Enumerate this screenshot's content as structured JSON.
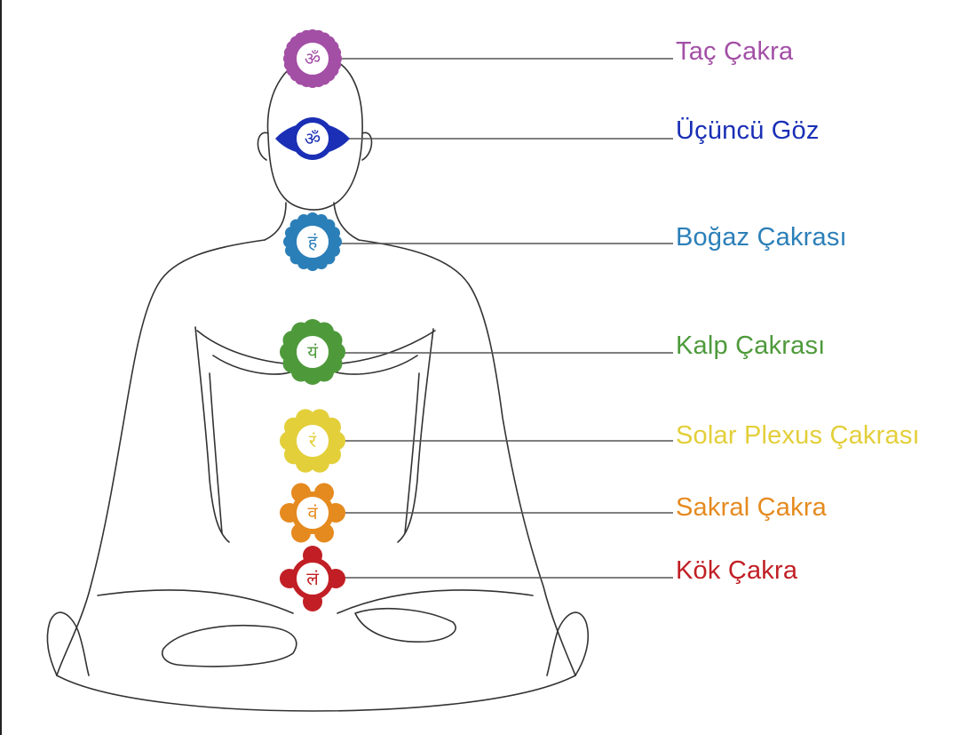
{
  "chakras": [
    {
      "id": "crown",
      "label": "Taç Çakra",
      "color": "#a34fa6",
      "glyph": "ॐ",
      "icon": "lotus-thousand-petal-icon"
    },
    {
      "id": "third-eye",
      "label": "Üçüncü Göz",
      "color": "#1a2fb5",
      "glyph": "ॐ",
      "icon": "two-petal-eye-icon"
    },
    {
      "id": "throat",
      "label": "Boğaz Çakrası",
      "color": "#2b7fb8",
      "glyph": "हं",
      "icon": "sixteen-petal-lotus-icon"
    },
    {
      "id": "heart",
      "label": "Kalp Çakrası",
      "color": "#4e9a3b",
      "glyph": "यं",
      "icon": "hexagram-lotus-icon"
    },
    {
      "id": "solar",
      "label": "Solar Plexus Çakrası",
      "color": "#e3cf3a",
      "glyph": "रं",
      "icon": "ten-petal-triangle-icon"
    },
    {
      "id": "sacral",
      "label": "Sakral Çakra",
      "color": "#e58a1e",
      "glyph": "वं",
      "icon": "six-petal-crescent-icon"
    },
    {
      "id": "root",
      "label": "Kök Çakra",
      "color": "#c11f25",
      "glyph": "लं",
      "icon": "four-petal-square-icon"
    }
  ],
  "colors": {
    "outline": "#333333",
    "leader": "#555555",
    "background": "#ffffff"
  }
}
